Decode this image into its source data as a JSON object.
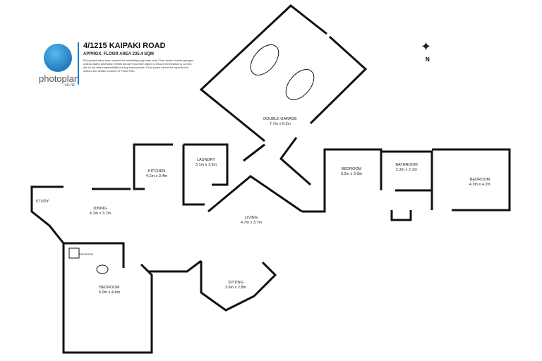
{
  "header": {
    "brand": "photoplan",
    "brand_domain": ".co.nz",
    "address": "4/1215 KAIPAKI ROAD",
    "floor_area": "APPROX. FLOOR AREA 235.4 SQM",
    "disclaimer": "Floor plans have been created for marketing purposes only. Floor areas include garages unless stated otherwise. Whilst all care has been taken to ensure information is correct, we do not take responsibility for any inaccuracies. Floor plans cannot be reproduced without the written consent of Photo Plan."
  },
  "compass": {
    "icon": "compass-rose-icon",
    "north": "N"
  },
  "rooms": [
    {
      "name": "DOUBLE GARAGE",
      "size": "7.7m x 6.2m"
    },
    {
      "name": "KITCHEN",
      "size": "4.1m x 3.4m"
    },
    {
      "name": "LAUNDRY",
      "size": "3.1m x 1.6m"
    },
    {
      "name": "STUDY",
      "size": ""
    },
    {
      "name": "DINING",
      "size": "4.1m x 3.7m"
    },
    {
      "name": "LIVING",
      "size": "4.7m x 3.7m"
    },
    {
      "name": "SITTING",
      "size": "3.6m x 2.8m"
    },
    {
      "name": "BEDROOM",
      "size": "5.0m x 4.6m"
    },
    {
      "name": "BEDROOM",
      "size": "3.2m x 3.0m"
    },
    {
      "name": "BATHROOM",
      "size": "2.3m x 2.1m"
    },
    {
      "name": "BEDROOM",
      "size": "4.3m x 4.2m"
    },
    {
      "name": "BATHROOM",
      "size": ""
    }
  ]
}
